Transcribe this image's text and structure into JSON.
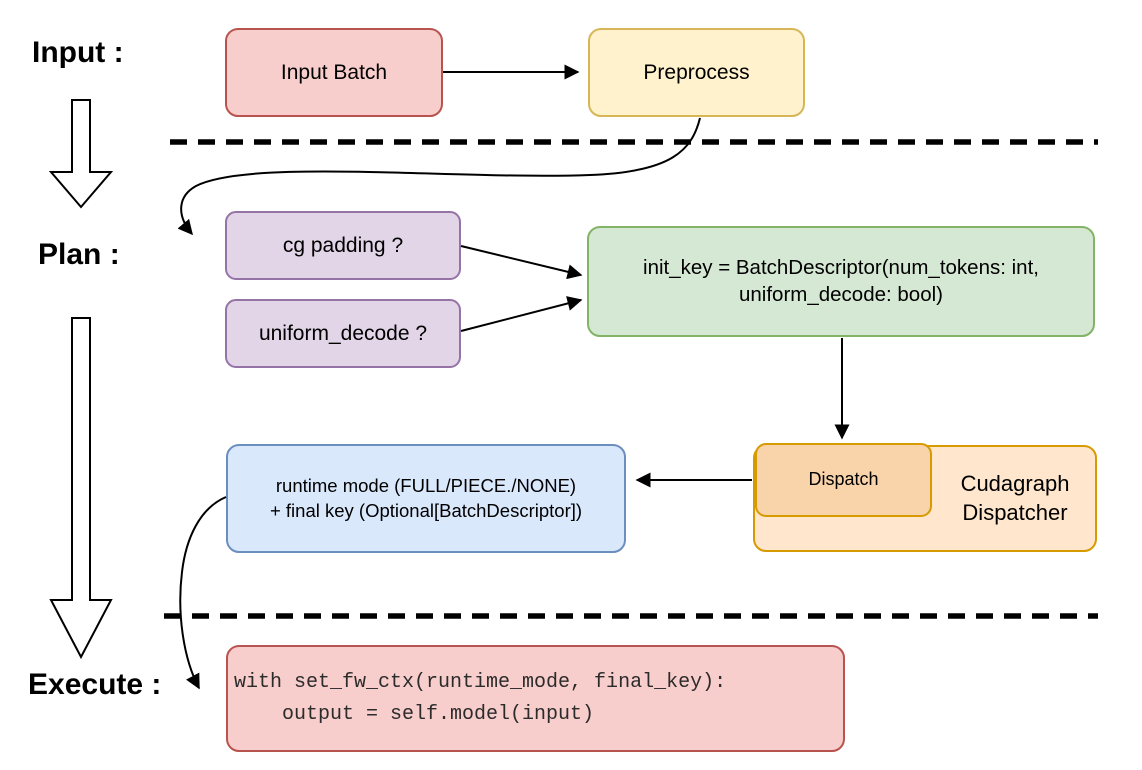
{
  "section_labels": {
    "input": "Input :",
    "plan": "Plan :",
    "execute": "Execute :"
  },
  "nodes": {
    "input_batch": {
      "label": "Input Batch"
    },
    "preprocess": {
      "label": "Preprocess"
    },
    "cg_padding": {
      "label": "cg padding ?"
    },
    "uniform_decode": {
      "label": "uniform_decode ?"
    },
    "init_key": {
      "lines": [
        "init_key = BatchDescriptor(num_tokens: int,",
        "uniform_decode: bool)"
      ]
    },
    "dispatch": {
      "label": "Dispatch"
    },
    "cudagraph_dispatcher": {
      "lines": [
        "Cudagraph",
        "Dispatcher"
      ]
    },
    "runtime_result": {
      "lines": [
        "runtime mode (FULL/PIECE./NONE)",
        "+ final key (Optional[BatchDescriptor])"
      ]
    },
    "execute_code": {
      "lines": [
        "with set_fw_ctx(runtime_mode, final_key):",
        "    output = self.model(input)"
      ]
    }
  },
  "colors": {
    "red_fill": "#f8cecc",
    "red_stroke": "#b85450",
    "yellow_fill": "#fff2cc",
    "yellow_stroke": "#d6b656",
    "purple_fill": "#e1d5e7",
    "purple_stroke": "#9673a6",
    "green_fill": "#d5e8d4",
    "green_stroke": "#82b366",
    "blue_fill": "#dae8fc",
    "blue_stroke": "#6c8ebf",
    "orange_fill": "#ffe6cc",
    "orange_inner_fill": "#f9d3aa",
    "orange_stroke": "#d79b00",
    "connector": "#000000",
    "background": "#ffffff"
  }
}
